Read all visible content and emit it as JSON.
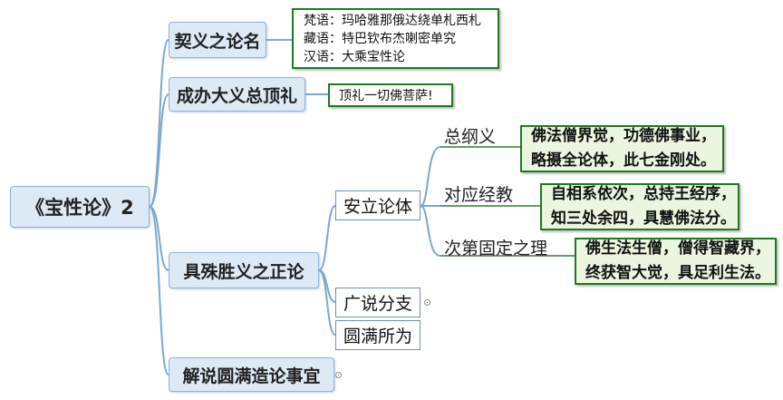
{
  "root": {
    "label": "《宝性论》2"
  },
  "branches": [
    {
      "label": "契义之论名"
    },
    {
      "label": "成办大义总顶礼"
    },
    {
      "label": "具殊胜义之正论"
    },
    {
      "label": "解说圆满造论事宜"
    }
  ],
  "title_box": {
    "lines": [
      "梵语：玛哈雅那俄达绕单札西札",
      "藏语：特巴钦布杰喇密单究",
      "汉语：大乘宝性论"
    ]
  },
  "homage_box": {
    "text": "顶礼一切佛菩萨!"
  },
  "treatise": {
    "subtopics": [
      "安立论体",
      "广说分支",
      "圆满所为"
    ],
    "establish": [
      {
        "label": "总纲义",
        "lines": [
          "佛法僧界觉，功德佛事业，",
          "略摄全论体，此七金刚处。"
        ]
      },
      {
        "label": "对应经教",
        "lines": [
          "自相系依次，总持王经序，",
          "知三处余四，具慧佛法分。"
        ]
      },
      {
        "label": "次第固定之理",
        "lines": [
          "佛生法生僧，僧得智藏界，",
          "终获智大觉，具足利生法。"
        ]
      }
    ]
  },
  "colors": {
    "topic_fill": "#dde9f5",
    "topic_border": "#8fb3d8",
    "connector": "#7aa7d2",
    "green_border": "#1f7a1f",
    "green_fill": "#ebf5df"
  }
}
